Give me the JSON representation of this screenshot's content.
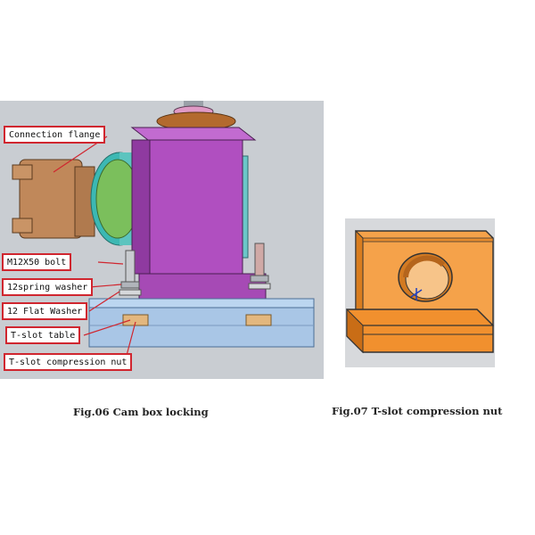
{
  "figure_06": {
    "caption": "Fig.06  Cam box locking",
    "labels": {
      "connection_flange": "Connection flange",
      "bolt": "M12X50 bolt",
      "spring_washer": "12spring washer",
      "flat_washer": "12 Flat Washer",
      "tslot_table": "T-slot table",
      "tslot_nut": "T-slot compression nut"
    },
    "colors": {
      "callout_border": "#d0262f",
      "cam_box": "#b04fc0",
      "flange": "#c0885a",
      "table": "#a9c6e6"
    }
  },
  "figure_07": {
    "caption": "Fig.07 T-slot compression nut",
    "colors": {
      "nut": "#f1902e"
    }
  }
}
